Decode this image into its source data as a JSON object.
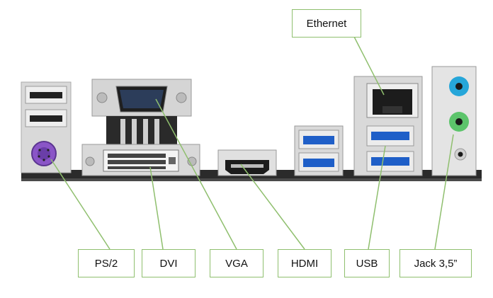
{
  "labels": {
    "ethernet": "Ethernet",
    "ps2": "PS/2",
    "dvi": "DVI",
    "vga": "VGA",
    "hdmi": "HDMI",
    "usb": "USB",
    "jack": "Jack 3,5”"
  },
  "colors": {
    "callout_border": "#8fbf6e",
    "leader_line": "#8fbf6e",
    "usb3_blue": "#1f5fc8",
    "ps2_purple": "#8a55c7",
    "audio_blue": "#26a6d9",
    "audio_green": "#5cc46b",
    "board": "#2b2b2b",
    "metal": "#d9d9d9"
  }
}
